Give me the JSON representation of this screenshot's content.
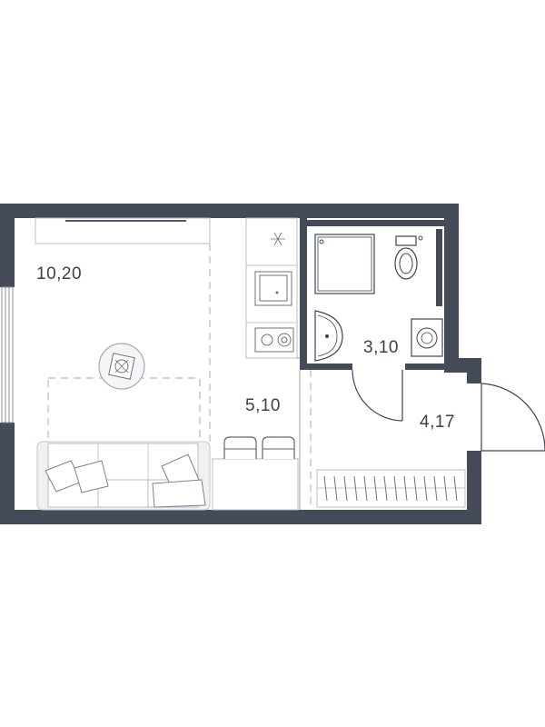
{
  "rooms": [
    {
      "id": "living",
      "area": "10,20"
    },
    {
      "id": "kitchen",
      "area": "5,10"
    },
    {
      "id": "bathroom",
      "area": "3,10"
    },
    {
      "id": "hallway",
      "area": "4,17"
    }
  ],
  "colors": {
    "wall": "#454b58",
    "background": "#ffffff",
    "label": "#3a3f4b"
  }
}
